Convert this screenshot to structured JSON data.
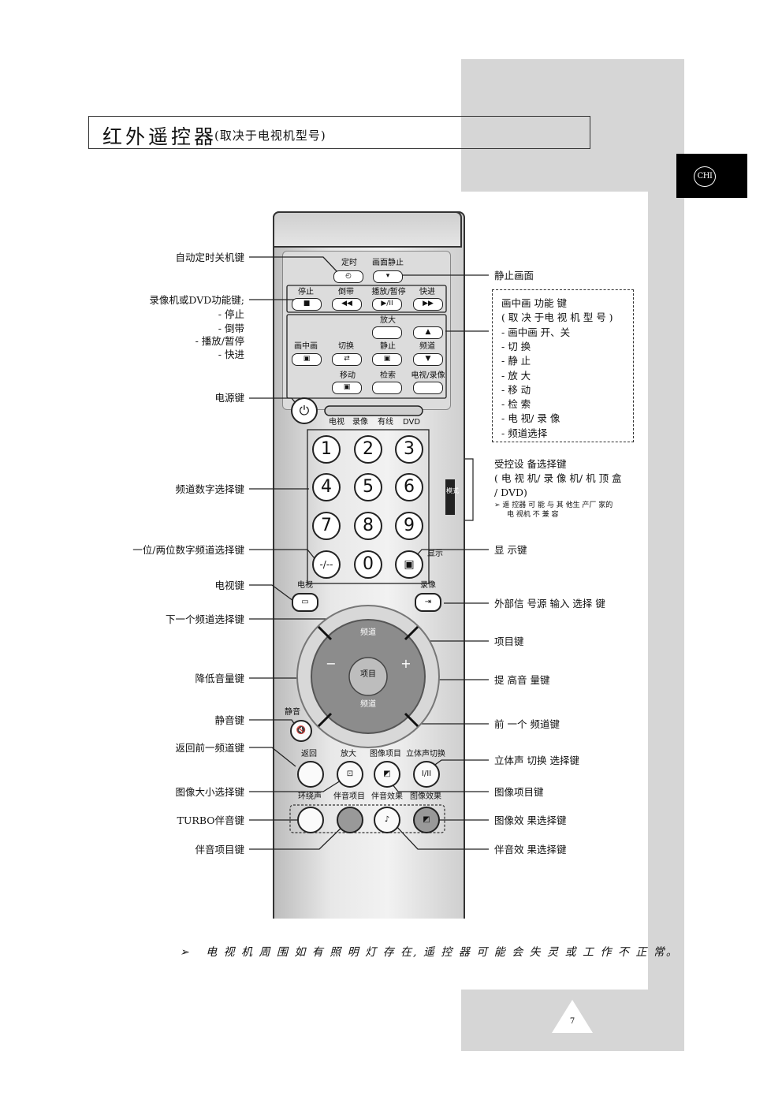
{
  "title": {
    "main": "红外遥控器",
    "sub": "(取决于电视机型号)"
  },
  "lang_badge": "CHI",
  "left_labels": {
    "timer": "自动定时关机键",
    "vcr_head": "录像机或DVD功能键;",
    "vcr_stop": "- 停止",
    "vcr_rew": "- 倒带",
    "vcr_play": "- 播放/暂停",
    "vcr_ff": "- 快进",
    "power": "电源键",
    "numeric": "频道数字选择键",
    "digit": "一位/两位数字频道选择键",
    "tv": "电视键",
    "next_ch": "下一个频道选择键",
    "vol_down": "降低音量键",
    "mute": "静音键",
    "prev_ch": "返回前一频道键",
    "size": "图像大小选择键",
    "turbo": "TURBO伴音键",
    "sound_menu": "伴音项目键"
  },
  "right_labels": {
    "still": "静止画面",
    "device_sel": "受控设 备选择键",
    "device_sel2": "( 电 视 机/ 录 像 机/ 机 顶 盒",
    "device_sel3": "/ DVD)",
    "device_note1": "遥 控器 可 能 与 其 他生 产厂 家的",
    "device_note2": "电 视机 不 兼 容",
    "display": "显 示键",
    "source": "外部信 号源 输入 选择 键",
    "menu": "项目键",
    "vol_up": "提 高音 量键",
    "prev_channel": "前 一个 频道键",
    "stereo": "立体声 切换 选择键",
    "picture_menu": "图像项目键",
    "picture_effect": "图像效 果选择键",
    "sound_effect": "伴音效 果选择键"
  },
  "pip_box": {
    "title": "画中画 功能 键",
    "sub": "( 取 决 于电 视 机 型 号 )",
    "items": [
      "- 画中画 开、关",
      "- 切 换",
      "- 静 止",
      "- 放 大",
      "- 移 动",
      "- 检 索",
      "- 电 视/ 录 像",
      "- 频道选择"
    ]
  },
  "remote": {
    "timer": "定时",
    "still": "画面静止",
    "stop": "停止",
    "rew": "倒带",
    "play": "播放/暂停",
    "ff": "快进",
    "zoom": "放大",
    "pip": "画中画",
    "swap": "切换",
    "pip_still": "静止",
    "channel": "频道",
    "move": "移动",
    "search": "检索",
    "tv_vcr": "电视/录像",
    "mode_tv": "电视",
    "mode_vcr": "录像",
    "mode_cable": "有线",
    "mode_dvd": "DVD",
    "side_label": "模式",
    "digits": [
      "1",
      "2",
      "3",
      "4",
      "5",
      "6",
      "7",
      "8",
      "9",
      "-/--",
      "0"
    ],
    "display": "显示",
    "tv": "电视",
    "vcr": "录像",
    "ch": "频道",
    "menu": "项目",
    "minus": "−",
    "plus": "+",
    "mute": "静音",
    "return": "返回",
    "size": "放大",
    "pic_menu": "图像项目",
    "stereo_label": "立体声切换",
    "stereo": "I/II",
    "surround": "环绕声",
    "sound_menu": "伴音项目",
    "sound_effect": "伴音效果",
    "pic_effect": "图像效果"
  },
  "note": "电 视 机 周 围 如 有 照 明 灯 存 在, 遥 控 器 可 能 会 失 灵 或 工 作 不 正 常。",
  "page_number": "7"
}
